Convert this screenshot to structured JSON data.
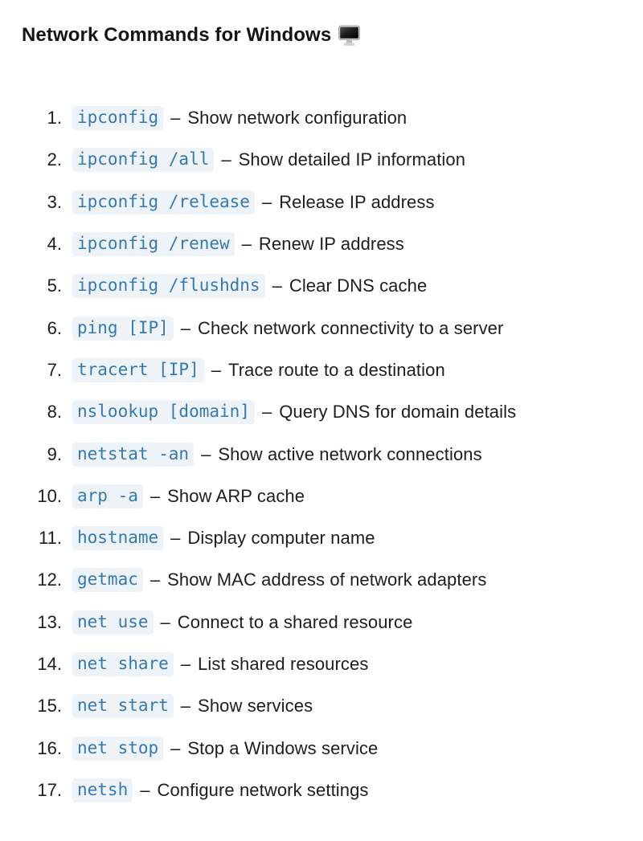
{
  "page": {
    "title": "Network Commands for Windows",
    "title_icon": "desktop-computer-emoji"
  },
  "colors": {
    "background": "#ffffff",
    "title_text": "#151515",
    "body_text": "#1d1d1f",
    "code_text": "#3579b1",
    "code_highlight_bg": "#eef3f7"
  },
  "list": {
    "separator": "–",
    "commands": [
      {
        "number": "1.",
        "command": "ipconfig",
        "description": "Show network configuration"
      },
      {
        "number": "2.",
        "command": "ipconfig /all",
        "description": "Show detailed IP information"
      },
      {
        "number": "3.",
        "command": "ipconfig /release",
        "description": "Release IP address"
      },
      {
        "number": "4.",
        "command": "ipconfig /renew",
        "description": "Renew IP address"
      },
      {
        "number": "5.",
        "command": "ipconfig /flushdns",
        "description": "Clear DNS cache"
      },
      {
        "number": "6.",
        "command": "ping [IP]",
        "description": "Check network connectivity to a server"
      },
      {
        "number": "7.",
        "command": "tracert [IP]",
        "description": "Trace route to a destination"
      },
      {
        "number": "8.",
        "command": "nslookup [domain]",
        "description": "Query DNS for domain details"
      },
      {
        "number": "9.",
        "command": "netstat -an",
        "description": "Show active network connections"
      },
      {
        "number": "10.",
        "command": "arp -a",
        "description": "Show ARP cache"
      },
      {
        "number": "11.",
        "command": "hostname",
        "description": "Display computer name"
      },
      {
        "number": "12.",
        "command": "getmac",
        "description": "Show MAC address of network adapters"
      },
      {
        "number": "13.",
        "command": "net use",
        "description": "Connect to a shared resource"
      },
      {
        "number": "14.",
        "command": "net share",
        "description": "List shared resources"
      },
      {
        "number": "15.",
        "command": "net start",
        "description": "Show services"
      },
      {
        "number": "16.",
        "command": "net stop",
        "description": "Stop a Windows service"
      },
      {
        "number": "17.",
        "command": "netsh",
        "description": "Configure network settings"
      }
    ]
  }
}
